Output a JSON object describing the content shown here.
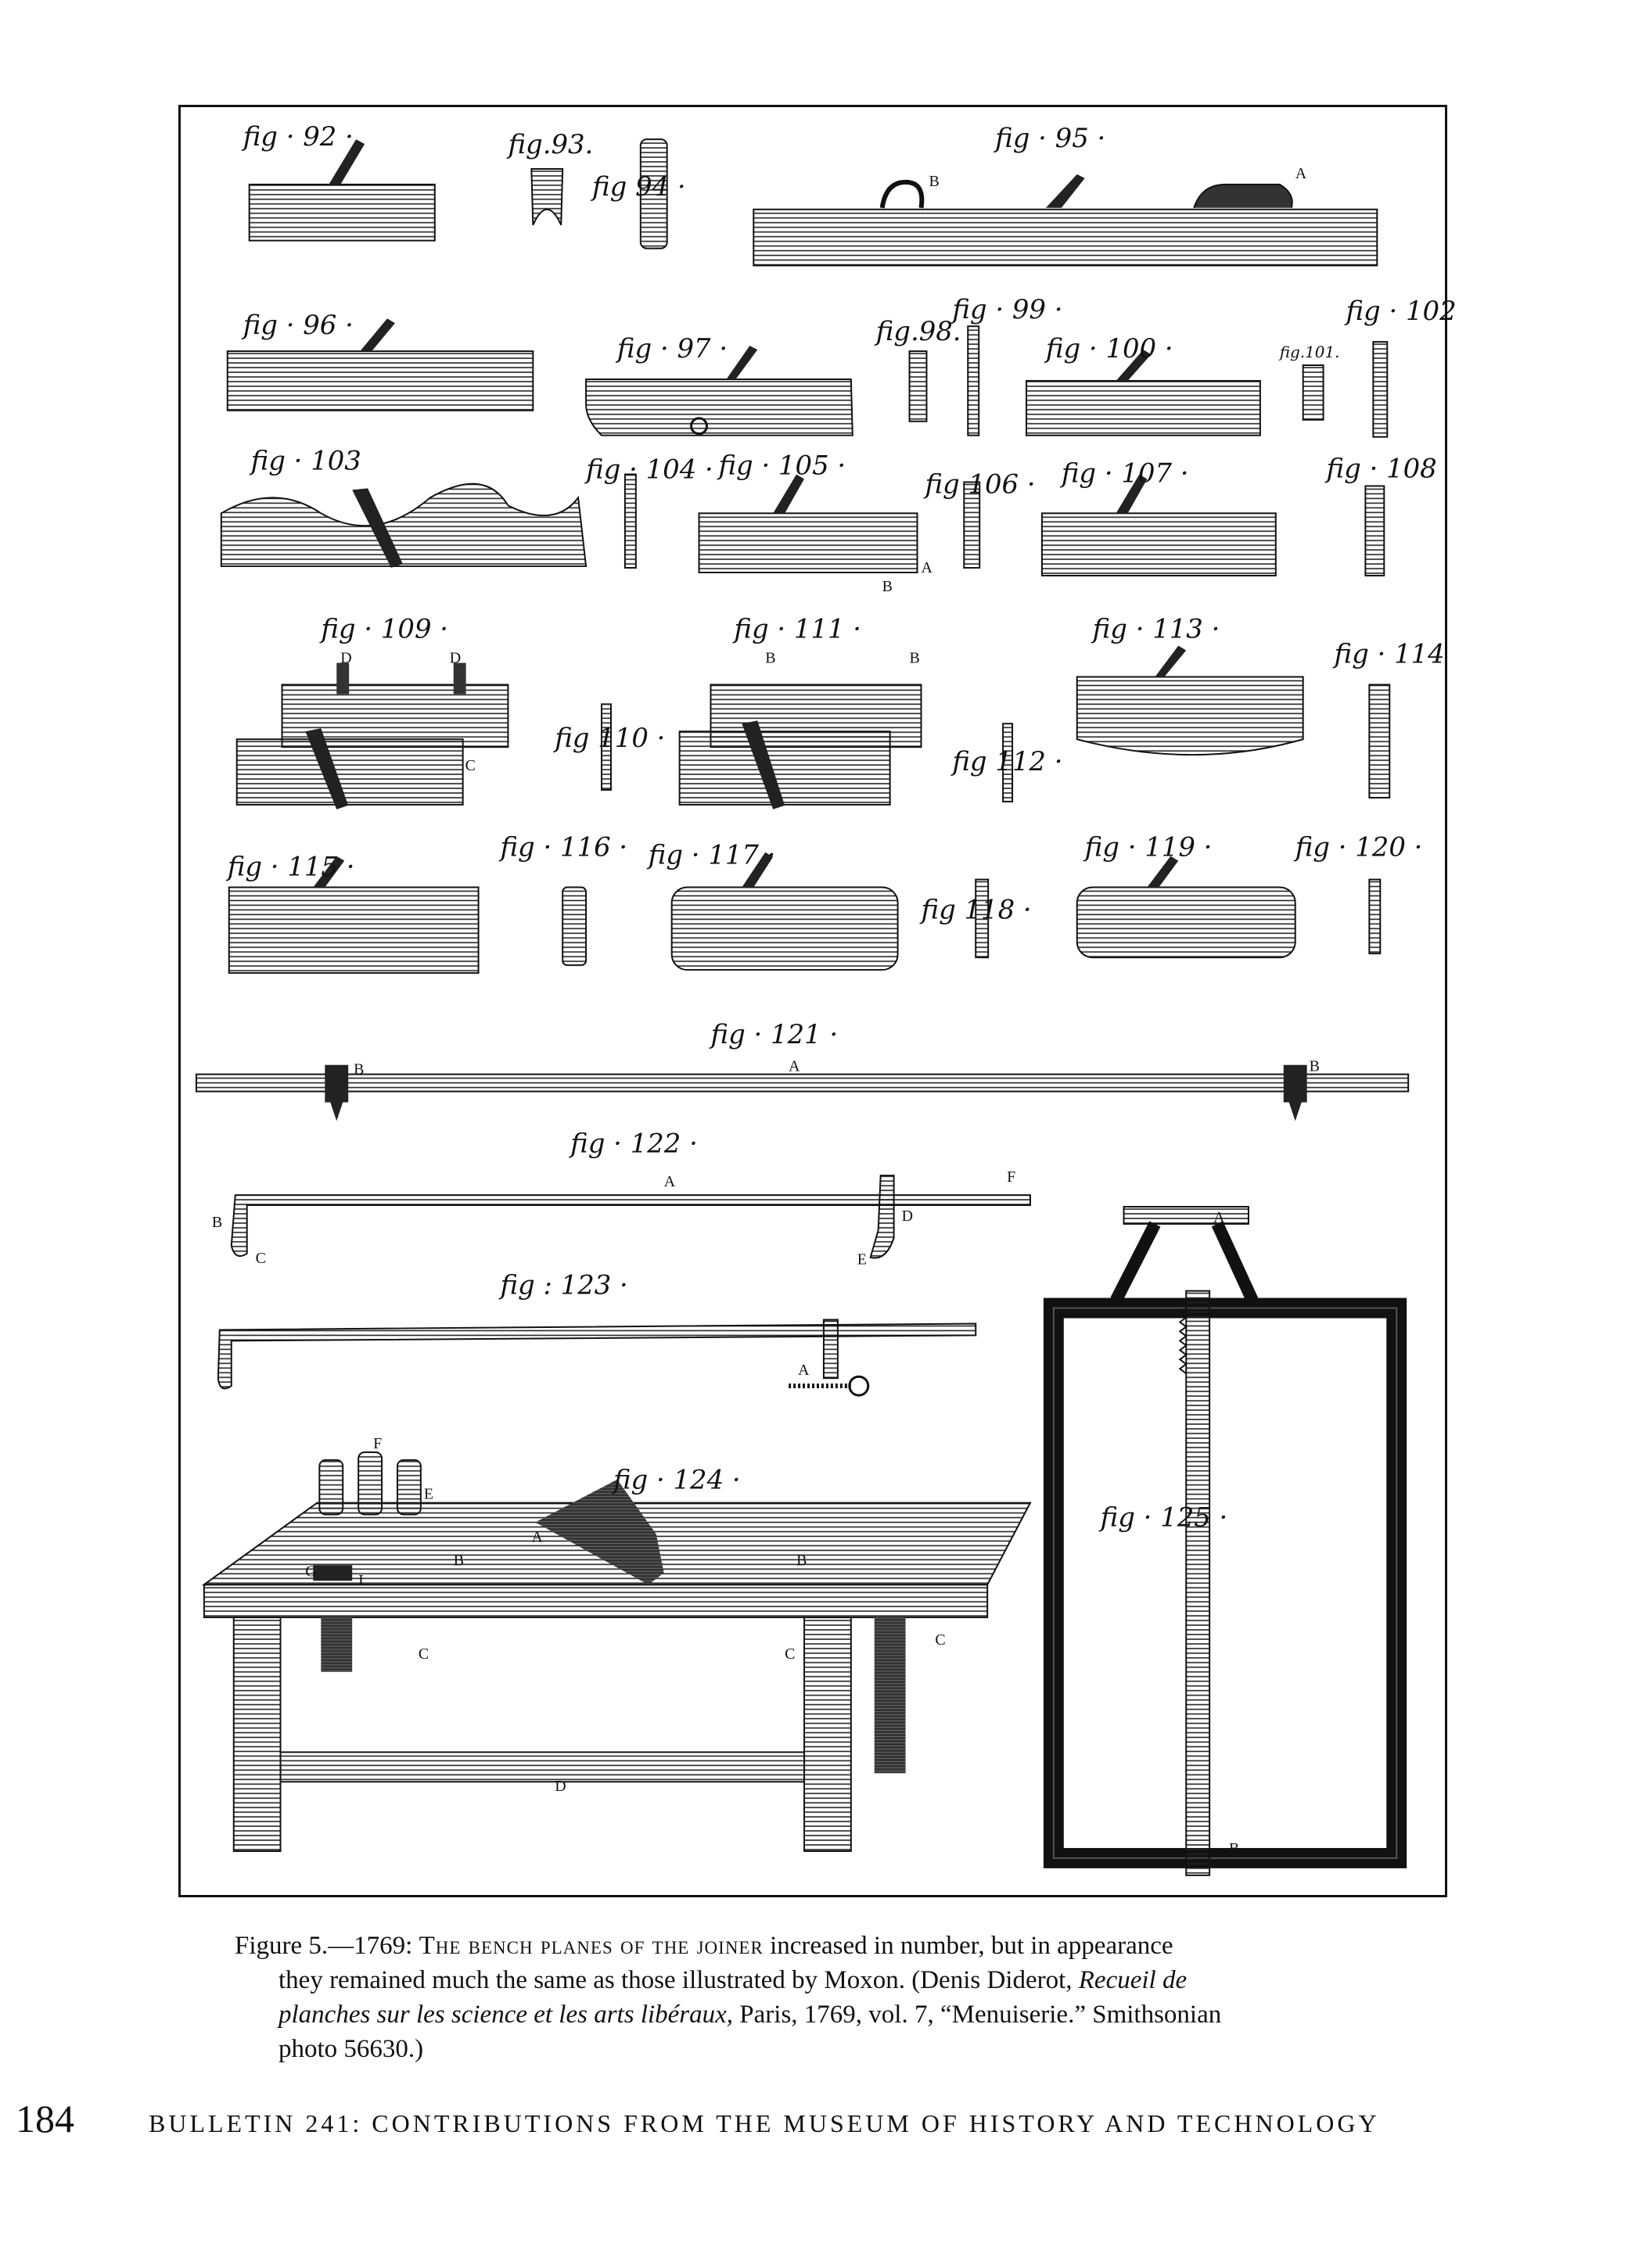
{
  "plate": {
    "figure_labels": {
      "f92": "fig · 92 ·",
      "f93": "fig.93.",
      "f94": "fig 94 ·",
      "f95": "fig · 95 ·",
      "f96": "fig · 96 ·",
      "f97": "fig · 97 ·",
      "f98": "fig.98.",
      "f99": "fig · 99 ·",
      "f100": "fig · 100 ·",
      "f101": "fig.101.",
      "f102": "fig · 102",
      "f103": "fig · 103",
      "f104": "fig · 104 ·",
      "f105": "fig · 105 ·",
      "f106": "fig 106 ·",
      "f107": "fig · 107 ·",
      "f108": "fig · 108",
      "f109": "fig · 109 ·",
      "f110": "fig 110 ·",
      "f111": "fig · 111 ·",
      "f112": "fig 112 ·",
      "f113": "fig · 113 ·",
      "f114": "fig · 114",
      "f115": "fig · 115 ·",
      "f116": "fig · 116 ·",
      "f117": "fig · 117 ·",
      "f118": "fig 118 ·",
      "f119": "fig · 119 ·",
      "f120": "fig · 120 ·",
      "f121": "fig · 121 ·",
      "f122": "fig · 122 ·",
      "f123": "fig : 123 ·",
      "f124": "fig · 124 ·",
      "f125": "fig · 125 ·"
    },
    "letters": {
      "A": "A",
      "B": "B",
      "C": "C",
      "D": "D",
      "E": "E",
      "F": "F",
      "G": "G",
      "I": "I"
    }
  },
  "caption": {
    "lead": "Figure 5.—1769: ",
    "smallcaps": "The bench planes of the joiner",
    "rest1": " increased in number, but in appearance",
    "line2a": "they remained much the same as those illustrated by Moxon. (Denis Diderot, ",
    "line2b": "Recueil de",
    "line3a": "planches sur les science et les arts libéraux,",
    "line3b": " Paris, 1769, vol. 7, “Menuiserie.” Smithsonian",
    "line4": "photo 56630.)"
  },
  "footer": {
    "page_number": "184",
    "running_head": "BULLETIN 241: CONTRIBUTIONS FROM THE MUSEUM OF HISTORY AND TECHNOLOGY"
  }
}
